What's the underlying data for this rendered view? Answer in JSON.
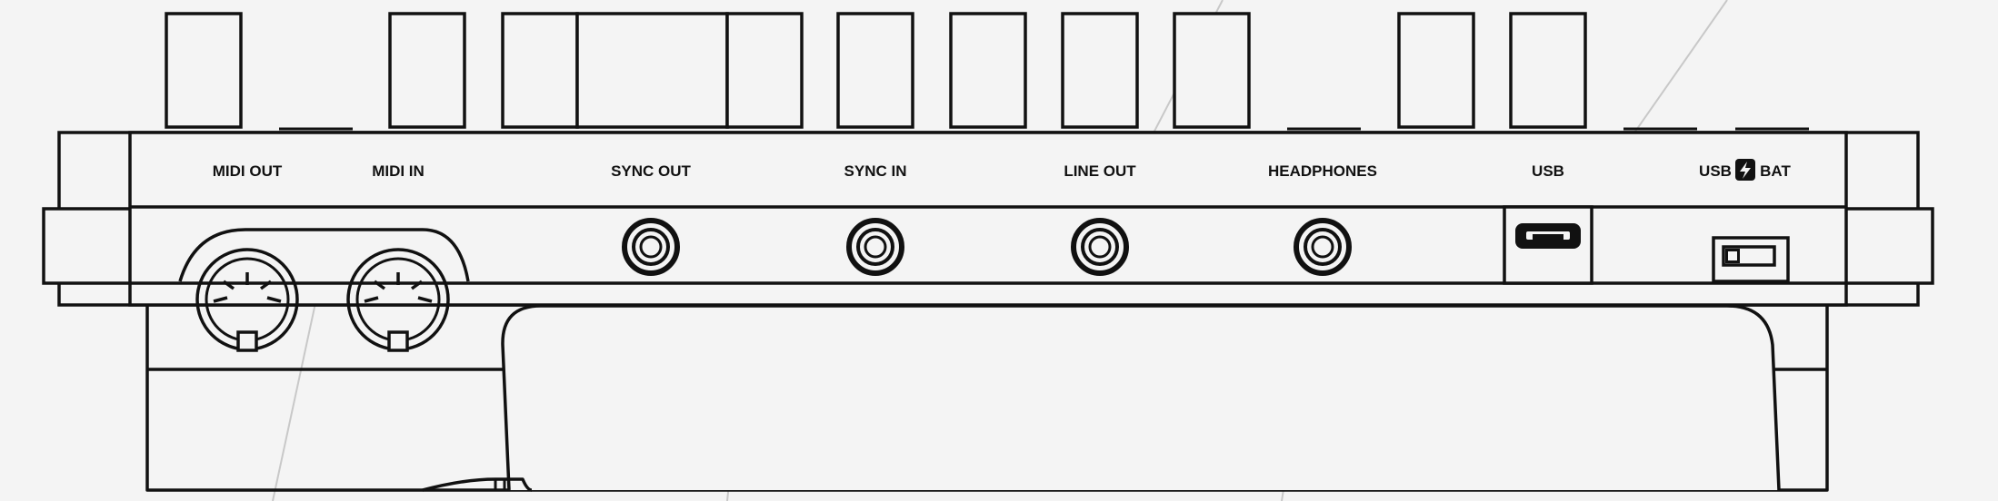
{
  "title": "",
  "ports": {
    "midi_out": "MIDI OUT",
    "midi_in": "MIDI IN",
    "sync_out": "SYNC OUT",
    "sync_in": "SYNC IN",
    "line_out": "LINE OUT",
    "headphones": "HEADPHONES",
    "usb": "USB",
    "power_usb": "USB",
    "power_bat": "BAT"
  },
  "icons": {
    "power_separator": "lightning-bolt-icon"
  },
  "colors": {
    "background": "#f4f4f4",
    "line": "#111111",
    "callout": "#c8c8c8"
  }
}
